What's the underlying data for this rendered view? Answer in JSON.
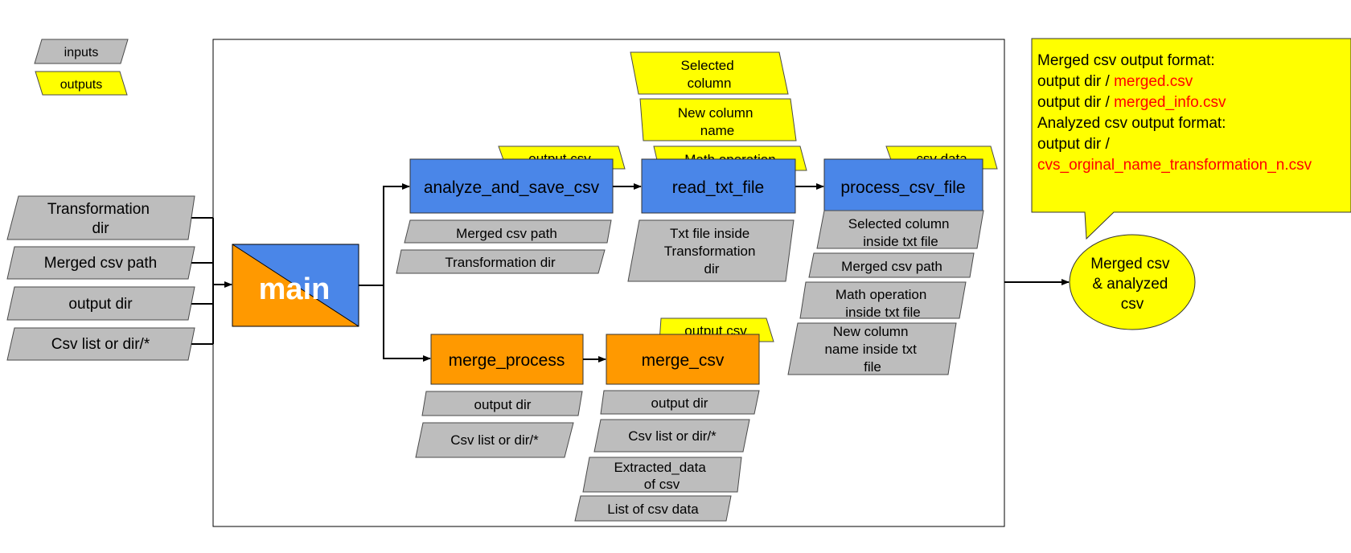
{
  "legend": {
    "inputs": "inputs",
    "outputs": "outputs"
  },
  "left_inputs": [
    {
      "lines": [
        "Transformation",
        "dir"
      ]
    },
    {
      "lines": [
        "Merged csv path"
      ]
    },
    {
      "lines": [
        "output dir"
      ]
    },
    {
      "lines": [
        "Csv list or dir/*"
      ]
    }
  ],
  "main": {
    "label": "main"
  },
  "functions": {
    "analyze": {
      "label": "analyze_and_save_csv",
      "output_tag": "output csv",
      "inputs": [
        {
          "lines": [
            "Merged csv path"
          ]
        },
        {
          "lines": [
            "Transformation dir"
          ]
        }
      ]
    },
    "read_txt": {
      "label": "read_txt_file",
      "outputs": [
        {
          "lines": [
            "Selected",
            "column"
          ]
        },
        {
          "lines": [
            "New column",
            "name"
          ]
        },
        {
          "lines": [
            "Math operation"
          ]
        }
      ],
      "inputs": [
        {
          "lines": [
            "Txt file inside",
            "Transformation",
            "dir"
          ]
        }
      ]
    },
    "process": {
      "label": "process_csv_file",
      "output_tag": "csv data",
      "inputs": [
        {
          "lines": [
            "Selected column",
            "inside txt file"
          ]
        },
        {
          "lines": [
            "Merged csv path"
          ]
        },
        {
          "lines": [
            "Math operation",
            "inside txt file"
          ]
        },
        {
          "lines": [
            "New column",
            "name inside txt",
            "file"
          ]
        }
      ]
    },
    "merge_process": {
      "label": "merge_process",
      "inputs": [
        {
          "lines": [
            "output dir"
          ]
        },
        {
          "lines": [
            "Csv list or dir/*"
          ]
        }
      ]
    },
    "merge_csv": {
      "label": "merge_csv",
      "output_tag": "output csv",
      "inputs": [
        {
          "lines": [
            "output dir"
          ]
        },
        {
          "lines": [
            "Csv list or dir/*"
          ]
        },
        {
          "lines": [
            "Extracted_data",
            "of csv"
          ]
        },
        {
          "lines": [
            "List of csv data"
          ]
        }
      ]
    }
  },
  "note": {
    "lines": [
      {
        "text": "Merged csv output format:"
      },
      {
        "text": "output dir / ",
        "red": "merged.csv"
      },
      {
        "text": "output dir / ",
        "red": "merged_info.csv"
      },
      {
        "text": "Analyzed csv output format:"
      },
      {
        "text": "output dir /"
      },
      {
        "red": "cvs_orginal_name_transformation_n.csv"
      }
    ]
  },
  "result": {
    "lines": [
      "Merged csv",
      "& analyzed",
      "csv"
    ]
  },
  "colors": {
    "input_gray": "#bdbdbd",
    "output_yellow": "#ffff00",
    "function_blue": "#4a86e8",
    "function_orange": "#ff9900",
    "accent_red": "#ff0000"
  }
}
